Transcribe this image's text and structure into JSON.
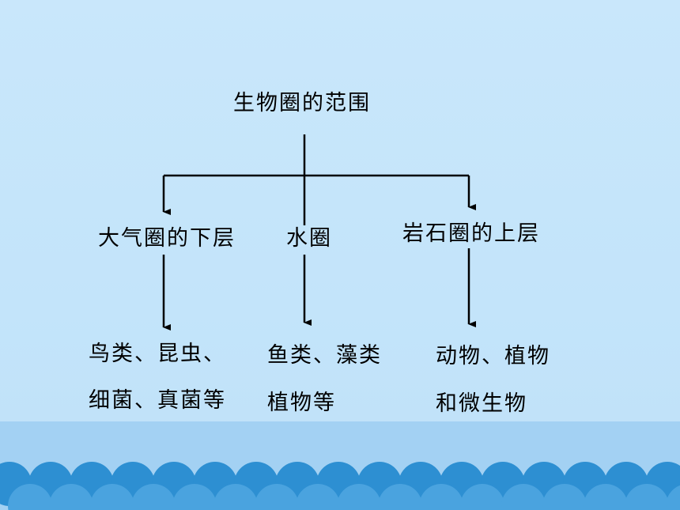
{
  "diagram": {
    "root": "生物圈的范围",
    "branches": [
      {
        "label": "大气圈的下层",
        "examples": [
          "鸟类、昆虫、",
          "细菌、真菌等"
        ]
      },
      {
        "label": "水圈",
        "examples": [
          "鱼类、藻类",
          "植物等"
        ]
      },
      {
        "label": "岩石圈的上层",
        "examples": [
          "动物、植物",
          "和微生物"
        ]
      }
    ]
  },
  "colors": {
    "background": "#c3e4fa",
    "band": "#a3d1f3",
    "wave_dark": "#2d8fd2",
    "wave_light": "#4aa3df",
    "line": "#000000"
  }
}
